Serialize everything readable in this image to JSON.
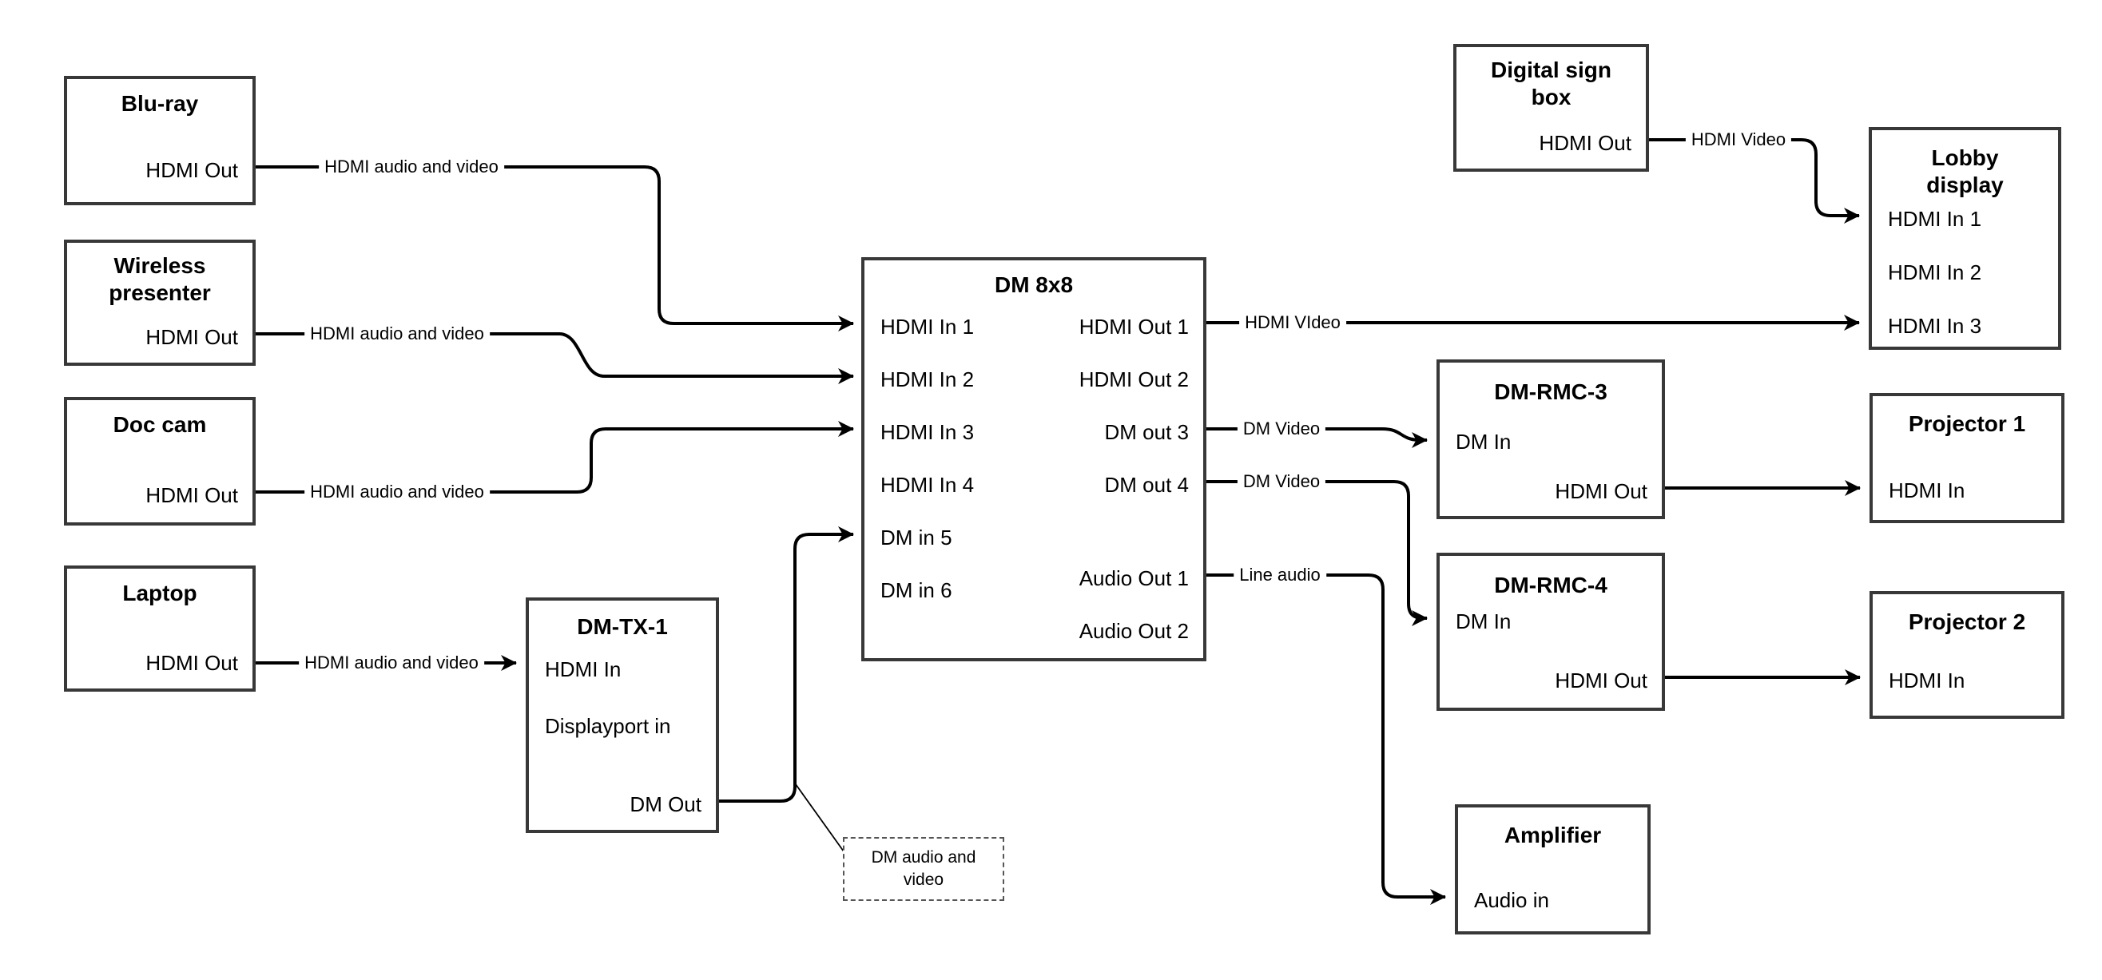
{
  "colors": {
    "background": "#ffffff",
    "box_border": "#383838",
    "wire": "#000000",
    "text": "#000000",
    "note_border": "#555555"
  },
  "nodes": {
    "bluray": {
      "title": "Blu-ray",
      "ports": [
        "HDMI Out"
      ]
    },
    "wireless": {
      "title": "Wireless presenter",
      "ports": [
        "HDMI Out"
      ]
    },
    "doccam": {
      "title": "Doc cam",
      "ports": [
        "HDMI Out"
      ]
    },
    "laptop": {
      "title": "Laptop",
      "ports": [
        "HDMI Out"
      ]
    },
    "dmtx1": {
      "title": "DM-TX-1",
      "ports": [
        "HDMI In",
        "Displayport in",
        "DM Out"
      ]
    },
    "dm8x8": {
      "title": "DM 8x8",
      "ports_left": [
        "HDMI In 1",
        "HDMI In 2",
        "HDMI In 3",
        "HDMI In 4",
        "DM in 5",
        "DM in 6"
      ],
      "ports_right": [
        "HDMI Out 1",
        "HDMI Out 2",
        "DM out 3",
        "DM out 4",
        "Audio Out 1",
        "Audio Out 2"
      ]
    },
    "signbox": {
      "title": "Digital sign box",
      "ports": [
        "HDMI Out"
      ]
    },
    "lobby": {
      "title": "Lobby display",
      "ports": [
        "HDMI In 1",
        "HDMI In 2",
        "HDMI In 3"
      ]
    },
    "rmc3": {
      "title": "DM-RMC-3",
      "ports": [
        "DM In",
        "HDMI Out"
      ]
    },
    "proj1": {
      "title": "Projector 1",
      "ports": [
        "HDMI In"
      ]
    },
    "rmc4": {
      "title": "DM-RMC-4",
      "ports": [
        "DM In",
        "HDMI Out"
      ]
    },
    "proj2": {
      "title": "Projector 2",
      "ports": [
        "HDMI In"
      ]
    },
    "amp": {
      "title": "Amplifier",
      "ports": [
        "Audio in"
      ]
    }
  },
  "edges": {
    "bluray_to_dm8x8": {
      "label": "HDMI audio and video"
    },
    "wireless_to_dm8x8": {
      "label": "HDMI audio and video"
    },
    "doccam_to_dm8x8": {
      "label": "HDMI audio and video"
    },
    "laptop_to_dmtx1": {
      "label": "HDMI audio and video"
    },
    "hdmiout1_to_lobby": {
      "label": "HDMI VIdeo"
    },
    "signbox_to_lobby": {
      "label": "HDMI Video"
    },
    "dmout3_to_rmc3": {
      "label": "DM Video"
    },
    "dmout4_to_rmc4": {
      "label": "DM Video"
    },
    "audioout1_to_amp": {
      "label": "Line audio"
    }
  },
  "note": {
    "text": "DM audio and video"
  }
}
